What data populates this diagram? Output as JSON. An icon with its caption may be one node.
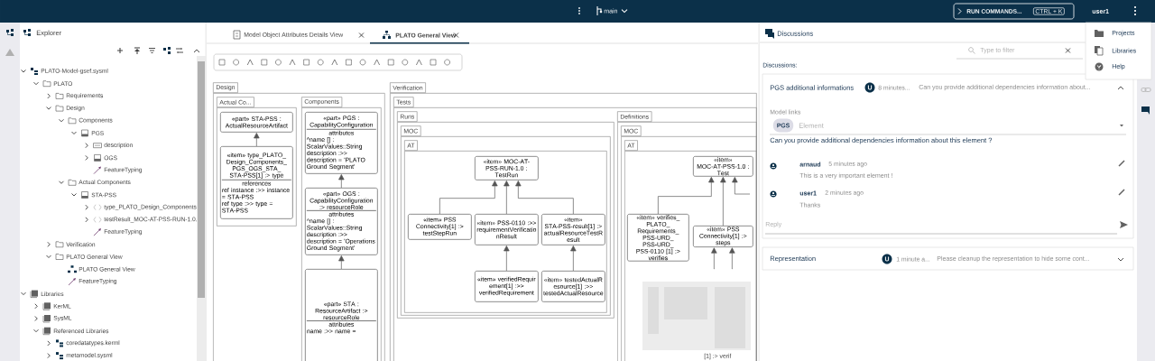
{
  "diagram": {
    "nodes": [
      {
        "text": [
          "Design"
        ]
      },
      {
        "text": [
          "Actual Co..."
        ],
        "in": 0
      },
      {
        "text": [
          "Components"
        ],
        "in": 0
      },
      {
        "text": [
          "«part» STA-PSS : ActualResourceArtifact"
        ],
        "in": 1
      },
      {
        "text": [
          "«item» type_PLATO_Design_Components_PGS_OGS_STA_STA-PSS[1] :> type",
          "references",
          "ref instance :>> instance = STA-PSS",
          "ref type :>> type = STA-PSS"
        ],
        "in": 1
      },
      {
        "text": [
          "«part» PGS : CapabilityConfiguration",
          "attributes",
          "^name [] : ScalarValues::String",
          "description :>> description = 'PLATO Ground Segment'"
        ],
        "in": 2
      },
      {
        "text": [
          "«part» OGS : CapabilityConfiguration :> resourceRole",
          "attributes",
          "^name [] : ScalarValues::String",
          "description :>> description = 'Operations Ground Segment'"
        ],
        "in": 2
      },
      {
        "text": [
          "«part» STA : ResourceArtifact :> resourceRole",
          "attributes",
          "name :>> name ="
        ],
        "in": 2
      },
      {
        "text": [
          "Verification"
        ]
      },
      {
        "text": [
          "Tests"
        ],
        "in": 8
      },
      {
        "text": [
          "Runs"
        ],
        "in": 9
      },
      {
        "text": [
          "MOC"
        ],
        "in": 10
      },
      {
        "text": [
          "AT"
        ],
        "in": 11
      },
      {
        "text": [
          "«item» MOC-AT-PSS-RUN-1.0 : TestRun"
        ],
        "in": 12
      },
      {
        "text": [
          "«item» PSS Connectivity[1] :> testStepRun"
        ],
        "in": 12
      },
      {
        "text": [
          "«item» PSS-0110 :>> requirementVerificationResult"
        ],
        "in": 12
      },
      {
        "text": [
          "«item» STA-PSS-result[1] :> actualResourceTestResult"
        ],
        "in": 12
      },
      {
        "text": [
          "«item» verifiedRequirement[1] :>> verifiedRequirement"
        ],
        "in": 12
      },
      {
        "text": [
          "«item» testedActualResource[1] :>> testedActualResource"
        ],
        "in": 12
      },
      {
        "text": [
          "Definitions"
        ],
        "in": 9
      },
      {
        "text": [
          "MOC"
        ],
        "in": 19
      },
      {
        "text": [
          "AT"
        ],
        "in": 20
      },
      {
        "text": [
          "«item» MOC-AT-PSS-1.0 : Test"
        ],
        "in": 21
      },
      {
        "text": [
          "«item» verifies_PLATO_Requirements_PSS-URD_PSS-URD_PSS-0110 [1] :> verifies"
        ],
        "in": 21
      },
      {
        "text": [
          "«item» PSS Connectivity[1] :> steps"
        ],
        "in": 21
      }
    ],
    "edges": [
      {
        "from": 4,
        "to": 3,
        "arrow": "to"
      },
      {
        "from": 6,
        "to": 5,
        "arrow": "to"
      },
      {
        "from": 7,
        "to": 6,
        "arrow": "to"
      },
      {
        "from": 14,
        "to": 13,
        "arrow": "to"
      },
      {
        "from": 15,
        "to": 13,
        "arrow": "to"
      },
      {
        "from": 16,
        "to": 13,
        "arrow": "to"
      },
      {
        "from": 17,
        "to": 15,
        "arrow": "to"
      },
      {
        "from": 18,
        "to": 16,
        "arrow": "to"
      },
      {
        "from": 23,
        "to": 22,
        "arrow": "to"
      },
      {
        "from": 24,
        "to": 22,
        "arrow": "to"
      },
      {
        "from": null,
        "to": 22,
        "arrow": "to"
      },
      {
        "from": null,
        "to": 24,
        "arrow": "to"
      },
      {
        "from": null,
        "to": 24,
        "arrow": "to"
      }
    ],
    "labels": [
      "main",
      "RUN COMMANDS...",
      "CTRL + K",
      "user1",
      "Explorer",
      "PLATO-Model-gsef.sysml",
      "PLATO",
      "Requirements",
      "Design",
      "Components",
      "PGS",
      "description",
      "OGS",
      "FeatureTyping",
      "Actual Components",
      "STA-PSS",
      "type_PLATO_Design_Components",
      "testResult_MOC-AT-PSS-RUN-1.0.",
      "FeatureTyping",
      "Verification",
      "PLATO General View",
      "PLATO General View",
      "FeatureTyping",
      "Libraries",
      "KerML",
      "SysML",
      "Referenced Libraries",
      "coredatatypes.kerml",
      "metamodel.sysml",
      "Model Object Attributes Details View",
      "PLATO General View",
      "Discussions",
      "Type to filter",
      "Discussions:",
      "PGS additional informations",
      "U",
      "8 minutes...",
      "Can you provide additional dependencies information about...",
      "Model links",
      "PGS",
      "Element",
      "Can you provide additional dependencies information about this element ?",
      "arnaud",
      "5 minutes ago",
      "This is a very important element !",
      "user1",
      "2 minutes ago",
      "Thanks",
      "Reply",
      "Representation",
      "U",
      "1 minute a...",
      "Please cleanup the representation to hide some cont...",
      "Projects",
      "Libraries",
      "Help",
      "[1] :> verif"
    ]
  }
}
